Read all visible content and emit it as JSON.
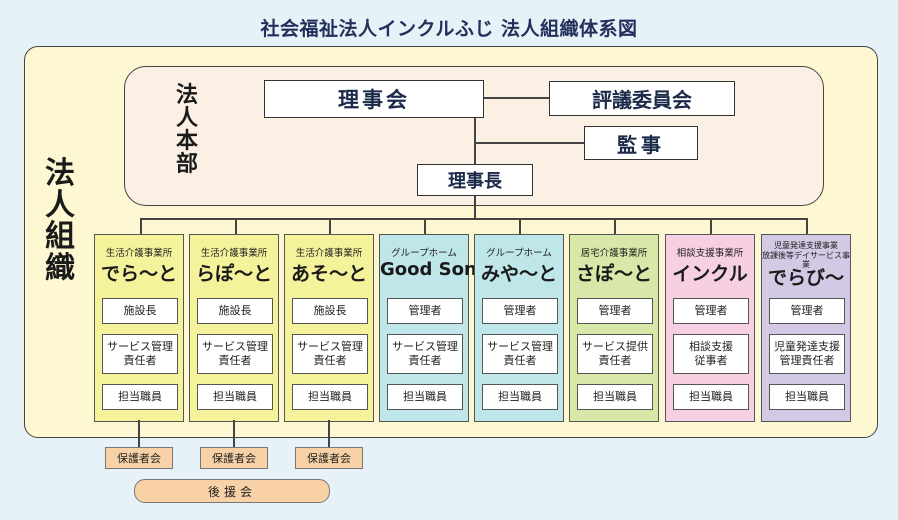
{
  "title": "社会福祉法人インクルふじ 法人組織体系図",
  "org_label": [
    "法",
    "人",
    "組",
    "織"
  ],
  "hq_label": [
    "法",
    "人",
    "本",
    "部"
  ],
  "board": "理事会",
  "council": "評議委員会",
  "auditor": "監事",
  "chairman": "理事長",
  "columns": [
    {
      "category": "生活介護事業所",
      "name": "でら〜と",
      "rows": [
        "施設長",
        "サービス管理\n責任者",
        "担当職員"
      ],
      "color": "#f4f39c"
    },
    {
      "category": "生活介護事業所",
      "name": "らぽ〜と",
      "rows": [
        "施設長",
        "サービス管理\n責任者",
        "担当職員"
      ],
      "color": "#f4f39c"
    },
    {
      "category": "生活介護事業所",
      "name": "あそ〜と",
      "rows": [
        "施設長",
        "サービス管理\n責任者",
        "担当職員"
      ],
      "color": "#f4f39c"
    },
    {
      "category": "グループホーム",
      "name": "Good Son",
      "rows": [
        "管理者",
        "サービス管理\n責任者",
        "担当職員"
      ],
      "color": "#bfe6e8"
    },
    {
      "category": "グループホーム",
      "name": "みや〜と",
      "rows": [
        "管理者",
        "サービス管理\n責任者",
        "担当職員"
      ],
      "color": "#bfe6e8"
    },
    {
      "category": "居宅介護事業所",
      "name": "さぽ〜と",
      "rows": [
        "管理者",
        "サービス提供\n責任者",
        "担当職員"
      ],
      "color": "#d8e8a8"
    },
    {
      "category": "相談支援事業所",
      "name": "インクル",
      "rows": [
        "管理者",
        "相談支援\n従事者",
        "担当職員"
      ],
      "color": "#f7cfe2"
    },
    {
      "category": "児童発達支援事業\n放課後等デイサービス事業",
      "name": "でらび〜",
      "rows": [
        "管理者",
        "児童発達支援\n管理責任者",
        "担当職員"
      ],
      "color": "#d3c9e4"
    }
  ],
  "parents_group": "保護者会",
  "support_group": "後援会"
}
